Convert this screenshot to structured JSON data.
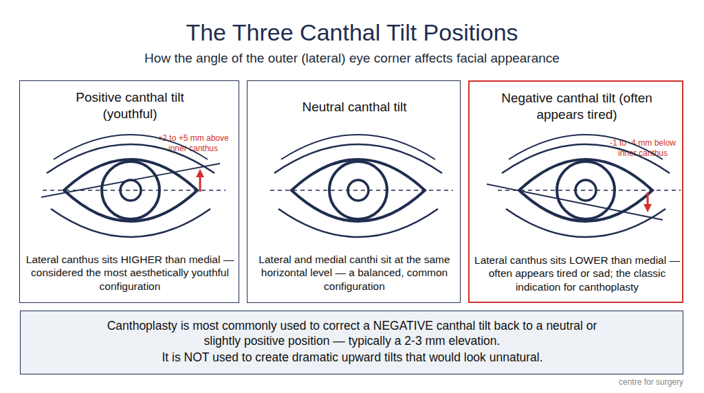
{
  "diagram": {
    "title": "The Three Canthal Tilt Positions",
    "caption": "How the angle of the outer (lateral) eye corner affects facial appearance",
    "nodes": [
      {
        "text": [
          "Positive canthal tilt (youthful)",
          "+2 to +5 mm above inner canthus",
          "Lateral canthus sits HIGHER than medial — considered the most aesthetically youthful configuration"
        ]
      },
      {
        "text": [
          "Neutral canthal tilt",
          "Lateral and medial canthi sit at the same horizontal level — a balanced, common configuration"
        ]
      },
      {
        "text": [
          "Negative canthal tilt (often appears tired)",
          "-1 to -4 mm below inner canthus",
          "Lateral canthus sits LOWER than medial — often appears tired or sad; the classic indication for canthoplasty"
        ]
      },
      {
        "text": [
          "Canthoplasty is most commonly used to correct a NEGATIVE canthal tilt back to a neutral or slightly positive position — typically a 2-3 mm elevation.",
          "It is NOT used to create dramatic upward tilts that would look unnatural."
        ]
      }
    ],
    "labels": [
      "centre for surgery"
    ]
  }
}
